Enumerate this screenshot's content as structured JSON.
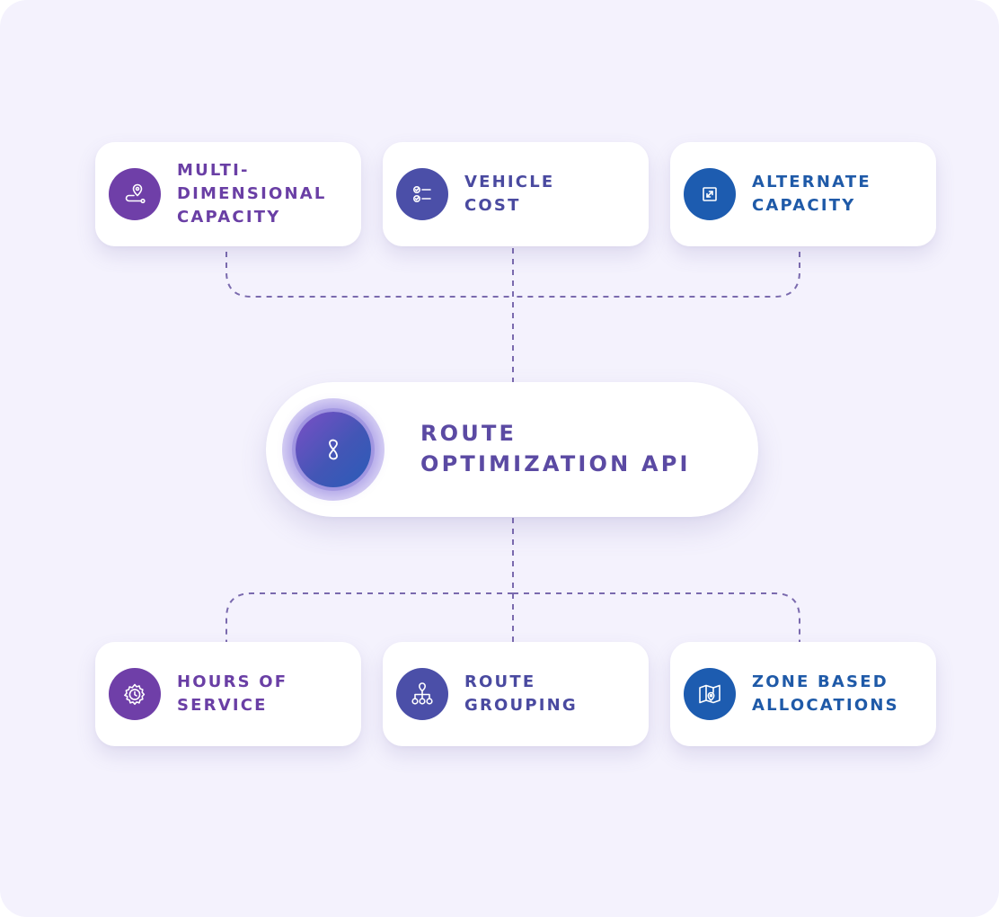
{
  "diagram": {
    "center": {
      "label": "ROUTE\nOPTIMIZATION API",
      "icon": "infinity-icon"
    },
    "top_cards": [
      {
        "label": "MULTI-\nDIMENSIONAL\nCAPACITY",
        "icon": "route-pin-icon",
        "color": "#6a3fa5",
        "icon_bg": "#6f3fa8"
      },
      {
        "label": "VEHICLE\nCOST",
        "icon": "checklist-icon",
        "color": "#4a4aa0",
        "icon_bg": "#4b4fa8"
      },
      {
        "label": "ALTERNATE\nCAPACITY",
        "icon": "resize-icon",
        "color": "#1f5aa8",
        "icon_bg": "#1d5cb0"
      }
    ],
    "bottom_cards": [
      {
        "label": "HOURS OF\nSERVICE",
        "icon": "gear-clock-icon",
        "color": "#6a3fa5",
        "icon_bg": "#6f3fa8"
      },
      {
        "label": "ROUTE\nGROUPING",
        "icon": "hierarchy-icon",
        "color": "#4a4aa0",
        "icon_bg": "#4b4fa8"
      },
      {
        "label": "ZONE BASED\nALLOCATIONS",
        "icon": "map-pin-icon",
        "color": "#1f5aa8",
        "icon_bg": "#1d5cb0"
      }
    ],
    "connector_color": "#7a6aae"
  }
}
